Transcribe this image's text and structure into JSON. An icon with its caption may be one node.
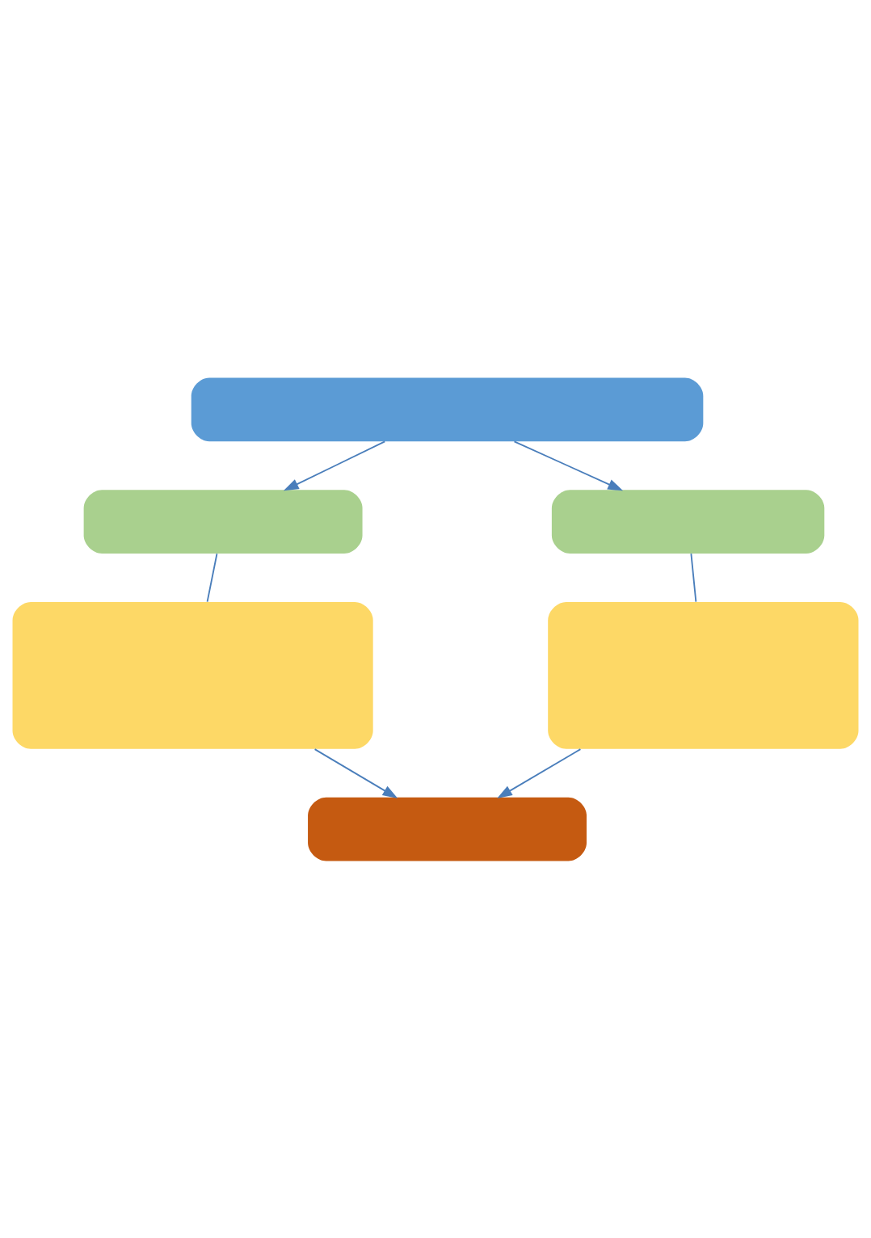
{
  "diagram": {
    "nodes": [
      {
        "text": [],
        "shape": "box"
      },
      {
        "text": [],
        "shape": "box"
      },
      {
        "text": [],
        "shape": "box"
      },
      {
        "text": [],
        "shape": "box"
      },
      {
        "text": [],
        "shape": "box"
      },
      {
        "text": [],
        "shape": "box"
      }
    ],
    "edges": [
      {
        "from": 0,
        "to": 1,
        "arrow": "to"
      },
      {
        "from": 0,
        "to": 2,
        "arrow": "to"
      },
      {
        "from": 1,
        "to": 3,
        "arrow": "none"
      },
      {
        "from": 2,
        "to": 4,
        "arrow": "none"
      },
      {
        "from": 3,
        "to": 5,
        "arrow": "to"
      },
      {
        "from": 4,
        "to": 5,
        "arrow": "to"
      }
    ]
  }
}
